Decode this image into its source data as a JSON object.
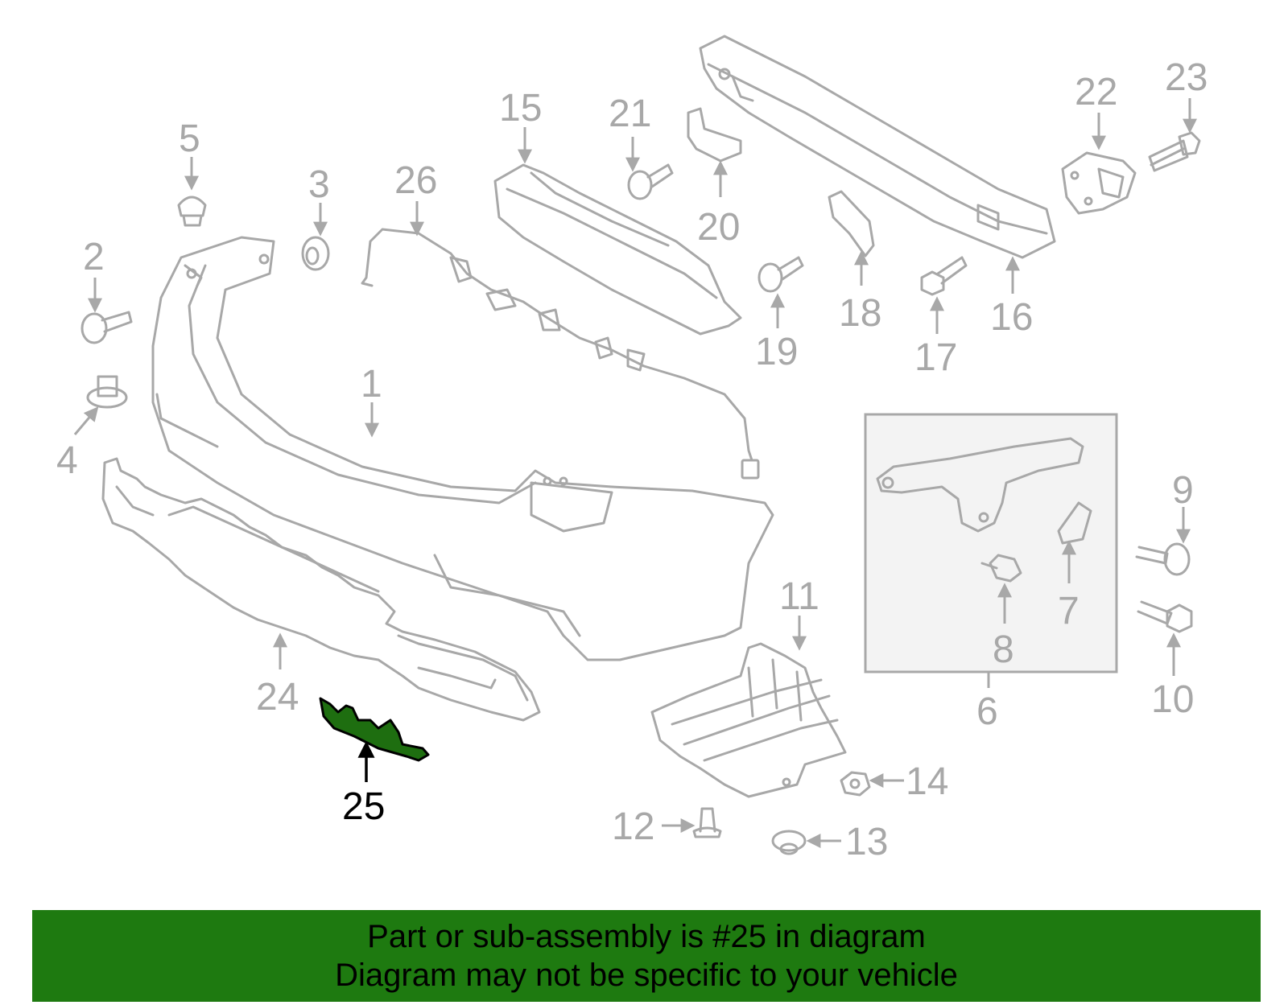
{
  "diagram": {
    "highlight_color": "#1e6e10",
    "line_color": "#a8a8a8",
    "highlighted_part": "25",
    "callouts": [
      "1",
      "2",
      "3",
      "4",
      "5",
      "6",
      "7",
      "8",
      "9",
      "10",
      "11",
      "12",
      "13",
      "14",
      "15",
      "16",
      "17",
      "18",
      "19",
      "20",
      "21",
      "22",
      "23",
      "24",
      "25",
      "26"
    ]
  },
  "banner": {
    "line1": "Part or sub-assembly is #25 in diagram",
    "line2": "Diagram may not be specific to your vehicle",
    "background": "#1e7a10"
  }
}
